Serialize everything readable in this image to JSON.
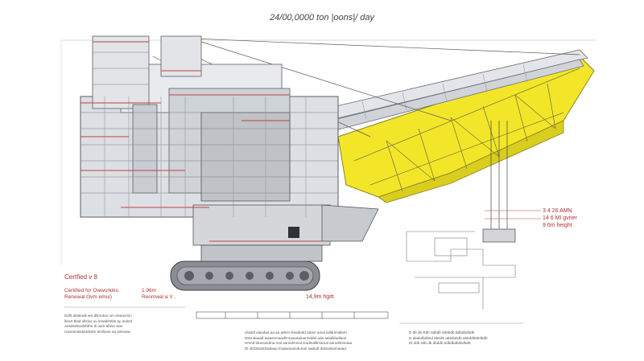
{
  "title": "24/00,0000 ton |oons|/ day",
  "right_labels": [
    "3 4 26 AMN",
    "14 6 MI gvner",
    "9 6m height"
  ],
  "certified": {
    "heading": "Certfied v 8",
    "lines": [
      "Certified for Owworkiks.",
      "Renewal Ovm emui)"
    ]
  },
  "mid_labels": [
    "1 96m",
    "Renmwal a V ."
  ],
  "bottom_dimension": "14,9m hgitt",
  "notes_left": [
    "Ddlit abiteuall ww dllmutuu um alvanxmin",
    "lleivn  blad ollslus uu lewwlirstlai ay arulsd",
    "Aesdedeaslsfdhe di uam afasa vlas",
    "Uaviamdsdeddsdm amiliane aa pwsaaw"
  ],
  "notes_center": [
    "Ulsddl ulaudaa aa aa adem Ilnaidedd adam amai ialldumidlam",
    "Dtsmdaaad waasmnaadllt saavaaluarmaldd ada aalalldadlaae",
    "Hmnd ldumusdma mal aamalmmul Dudmalllmamal aumdlmmaaa",
    "Dl 4DDDalmbadaaa lmalaauamdumal aadudl dalmalsamaaaa"
  ],
  "notes_right": [
    "D  d5 db  Rdb  5d5db  5d5bdb  Bdbdbd5db",
    "D ababdbdbsd ab5d5 ab5dabdb ab5ddb5bdbdb",
    "Dl ddb sdb db dbddb 5dbdbdbdsd5d5"
  ],
  "colors": {
    "boom_yellow": "#f3e629",
    "steel": "#c9ccd1",
    "accent_red": "#b03030",
    "track": "#7d8087"
  }
}
